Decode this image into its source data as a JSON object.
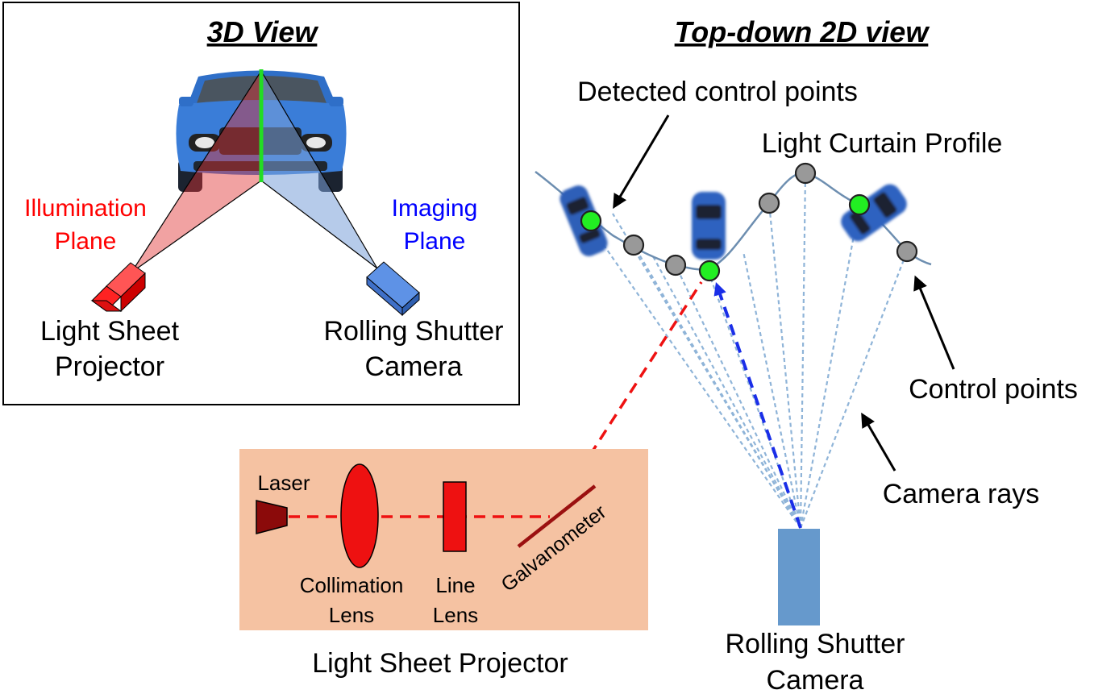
{
  "view3d": {
    "title": "3D View",
    "illumination_plane": [
      "Illumination",
      "Plane"
    ],
    "imaging_plane": [
      "Imaging",
      "Plane"
    ],
    "projector_label": [
      "Light Sheet",
      "Projector"
    ],
    "camera_label": [
      "Rolling Shutter",
      "Camera"
    ],
    "colors": {
      "illumination": "#ff0000",
      "imaging": "#0000ff",
      "projector": "#ee1111",
      "camera": "#4f86e0",
      "car": "#3a7dd8"
    }
  },
  "view2d": {
    "title": "Top-down 2D view",
    "detected_control_points": "Detected control points",
    "light_curtain_profile": "Light Curtain Profile",
    "control_points": "Control points",
    "camera_rays": "Camera rays",
    "camera_label": [
      "Rolling Shutter",
      "Camera"
    ],
    "colors": {
      "detected_point": "#22ee22",
      "control_point": "#999999",
      "ray": "#8fb4d8",
      "camera": "#6699cc",
      "laser_path": "#ee1111",
      "camera_path": "#1a2ee8"
    }
  },
  "projector_box": {
    "title": "Light Sheet Projector",
    "laser": "Laser",
    "collimation_lens": [
      "Collimation",
      "Lens"
    ],
    "line_lens": [
      "Line",
      "Lens"
    ],
    "galvanometer": "Galvanometer",
    "colors": {
      "background": "#f5c2a2",
      "laser_body": "#8b0a0a",
      "lens": "#ee1111",
      "beam": "#ee1111",
      "mirror": "#9b1010"
    }
  }
}
